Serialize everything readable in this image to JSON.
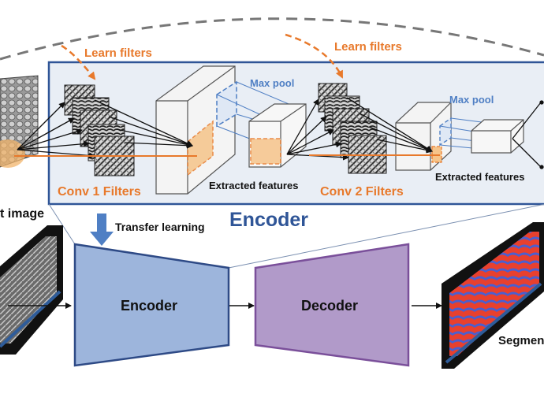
{
  "labels": {
    "learn_filters_1": "Learn filters",
    "learn_filters_2": "Learn filters",
    "max_pool_1": "Max pool",
    "max_pool_2": "Max pool",
    "conv1_filters": "Conv 1 Filters",
    "conv2_filters": "Conv 2 Filters",
    "extracted_features_1": "Extracted features",
    "extracted_features_2": "Extracted features",
    "input_image": "t image",
    "encoder_title": "Encoder",
    "transfer_learning": "Transfer learning",
    "encoder_block": "Encoder",
    "decoder_block": "Decoder",
    "segmentation": "Segmen"
  },
  "colors": {
    "orange": "#e8792b",
    "blue_title": "#2f5597",
    "blue_light": "#4f7fc4",
    "encoder_fill": "#9db5dc",
    "encoder_stroke": "#2e4a86",
    "decoder_fill": "#b19ac9",
    "decoder_stroke": "#7a4f9a",
    "feature_fill": "#f8d3a4"
  },
  "icons": {
    "transfer_arrow": "down-arrow-icon"
  }
}
